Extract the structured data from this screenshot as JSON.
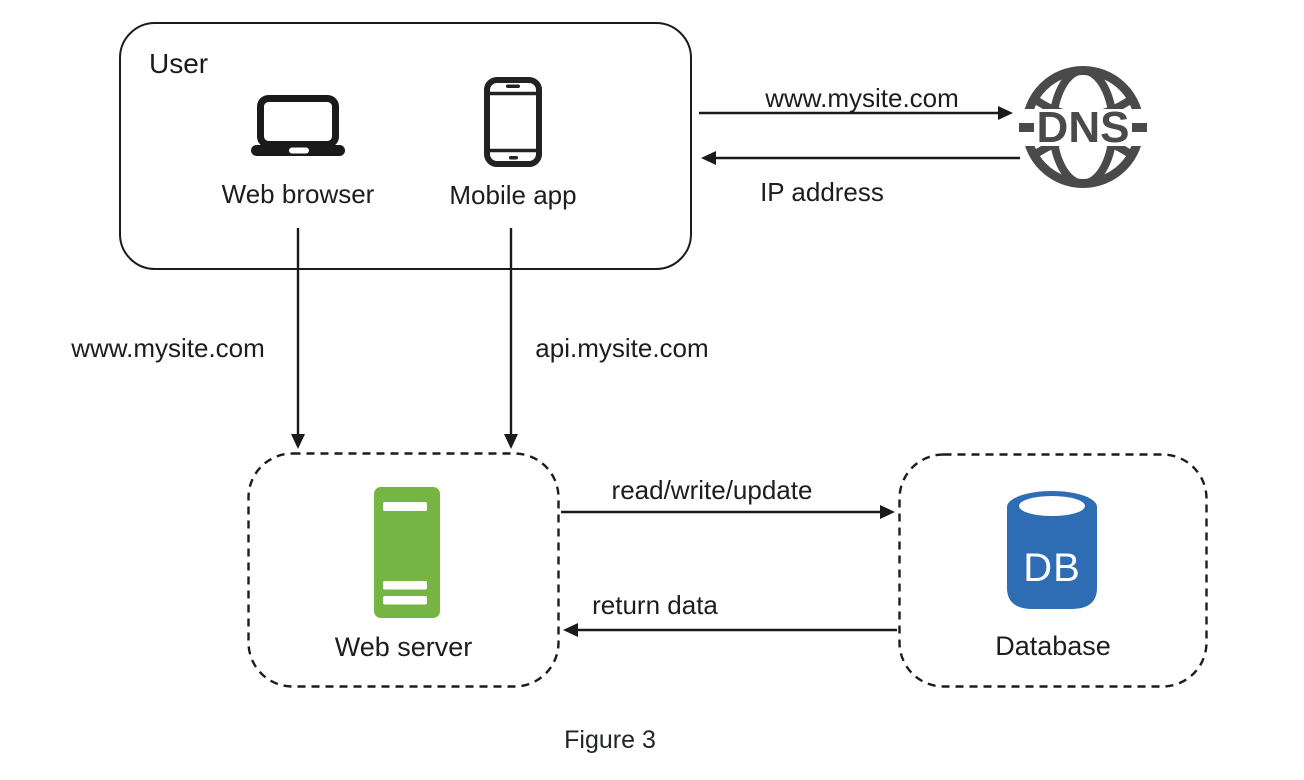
{
  "caption": "Figure 3",
  "colors": {
    "server_green": "#76B543",
    "db_blue": "#2E6DB4",
    "dns_gray": "#4A4A4A",
    "line_black": "#1A1A1A"
  },
  "nodes": {
    "user": {
      "title": "User",
      "devices": [
        {
          "label": "Web browser",
          "icon": "laptop-icon"
        },
        {
          "label": "Mobile app",
          "icon": "smartphone-icon"
        }
      ]
    },
    "dns": {
      "label": "DNS",
      "icon": "globe-icon"
    },
    "web_server": {
      "label": "Web server",
      "icon": "server-icon"
    },
    "database": {
      "label": "Database",
      "icon": "database-cylinder-icon",
      "icon_text": "DB"
    }
  },
  "edges": [
    {
      "id": "user-to-dns",
      "label": "www.mysite.com",
      "direction": "right"
    },
    {
      "id": "dns-to-user",
      "label": "IP address",
      "direction": "left"
    },
    {
      "id": "browser-to-server",
      "label": "www.mysite.com",
      "direction": "down"
    },
    {
      "id": "app-to-server",
      "label": "api.mysite.com",
      "direction": "down"
    },
    {
      "id": "server-to-db",
      "label": "read/write/update",
      "direction": "right"
    },
    {
      "id": "db-to-server",
      "label": "return data",
      "direction": "left"
    }
  ]
}
